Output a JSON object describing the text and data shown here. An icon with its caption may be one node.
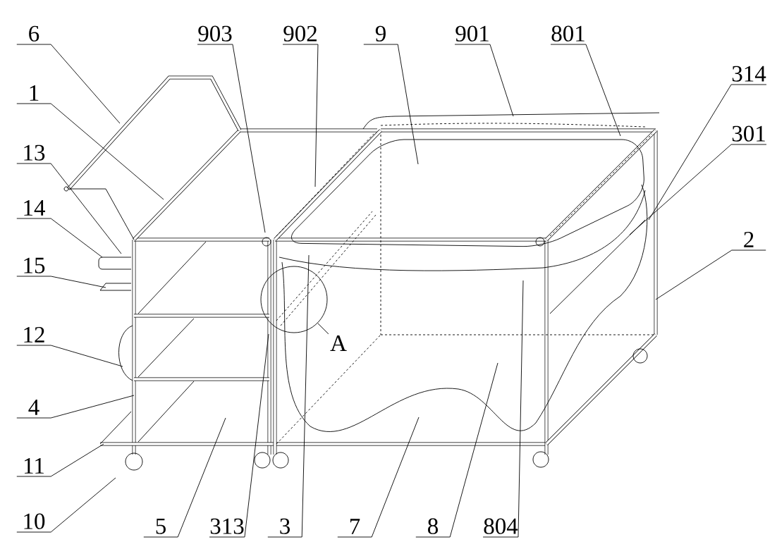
{
  "diagram": {
    "nodes": [
      {
        "text": [
          "6"
        ]
      },
      {
        "text": [
          "903"
        ]
      },
      {
        "text": [
          "902"
        ]
      },
      {
        "text": [
          "9"
        ]
      },
      {
        "text": [
          "901"
        ]
      },
      {
        "text": [
          "801"
        ]
      },
      {
        "text": [
          "314"
        ]
      },
      {
        "text": [
          "1"
        ]
      },
      {
        "text": [
          "301"
        ]
      },
      {
        "text": [
          "13"
        ]
      },
      {
        "text": [
          "14"
        ]
      },
      {
        "text": [
          "2"
        ]
      },
      {
        "text": [
          "15"
        ]
      },
      {
        "text": [
          "A"
        ]
      },
      {
        "text": [
          "12"
        ]
      },
      {
        "text": [
          "4"
        ]
      },
      {
        "text": [
          "11"
        ]
      },
      {
        "text": [
          "10"
        ]
      },
      {
        "text": [
          "5"
        ]
      },
      {
        "text": [
          "313"
        ]
      },
      {
        "text": [
          "3"
        ]
      },
      {
        "text": [
          "7"
        ]
      },
      {
        "text": [
          "8"
        ]
      },
      {
        "text": [
          "804"
        ]
      },
      {
        "text": [],
        "shape": "circle"
      }
    ],
    "edges": [
      {
        "from": 0,
        "to": null,
        "arrow": "none"
      },
      {
        "from": 1,
        "to": null,
        "arrow": "none"
      },
      {
        "from": 2,
        "to": null,
        "arrow": "none"
      },
      {
        "from": 3,
        "to": null,
        "arrow": "none"
      },
      {
        "from": 4,
        "to": null,
        "arrow": "none"
      },
      {
        "from": 5,
        "to": null,
        "arrow": "none"
      },
      {
        "from": 6,
        "to": null,
        "arrow": "none"
      },
      {
        "from": 7,
        "to": null,
        "arrow": "none"
      },
      {
        "from": 8,
        "to": null,
        "arrow": "none"
      },
      {
        "from": 9,
        "to": null,
        "arrow": "none"
      },
      {
        "from": 10,
        "to": null,
        "arrow": "none"
      },
      {
        "from": 11,
        "to": null,
        "arrow": "none"
      },
      {
        "from": 12,
        "to": null,
        "arrow": "none"
      },
      {
        "from": 13,
        "to": 24,
        "arrow": "none"
      },
      {
        "from": 14,
        "to": null,
        "arrow": "none"
      },
      {
        "from": 15,
        "to": null,
        "arrow": "none"
      },
      {
        "from": 16,
        "to": null,
        "arrow": "none"
      },
      {
        "from": 17,
        "to": null,
        "arrow": "none"
      },
      {
        "from": 18,
        "to": null,
        "arrow": "none"
      },
      {
        "from": 19,
        "to": null,
        "arrow": "none"
      },
      {
        "from": 20,
        "to": null,
        "arrow": "none"
      },
      {
        "from": 21,
        "to": null,
        "arrow": "none"
      },
      {
        "from": 22,
        "to": null,
        "arrow": "none"
      },
      {
        "from": 23,
        "to": null,
        "arrow": "none"
      }
    ]
  }
}
